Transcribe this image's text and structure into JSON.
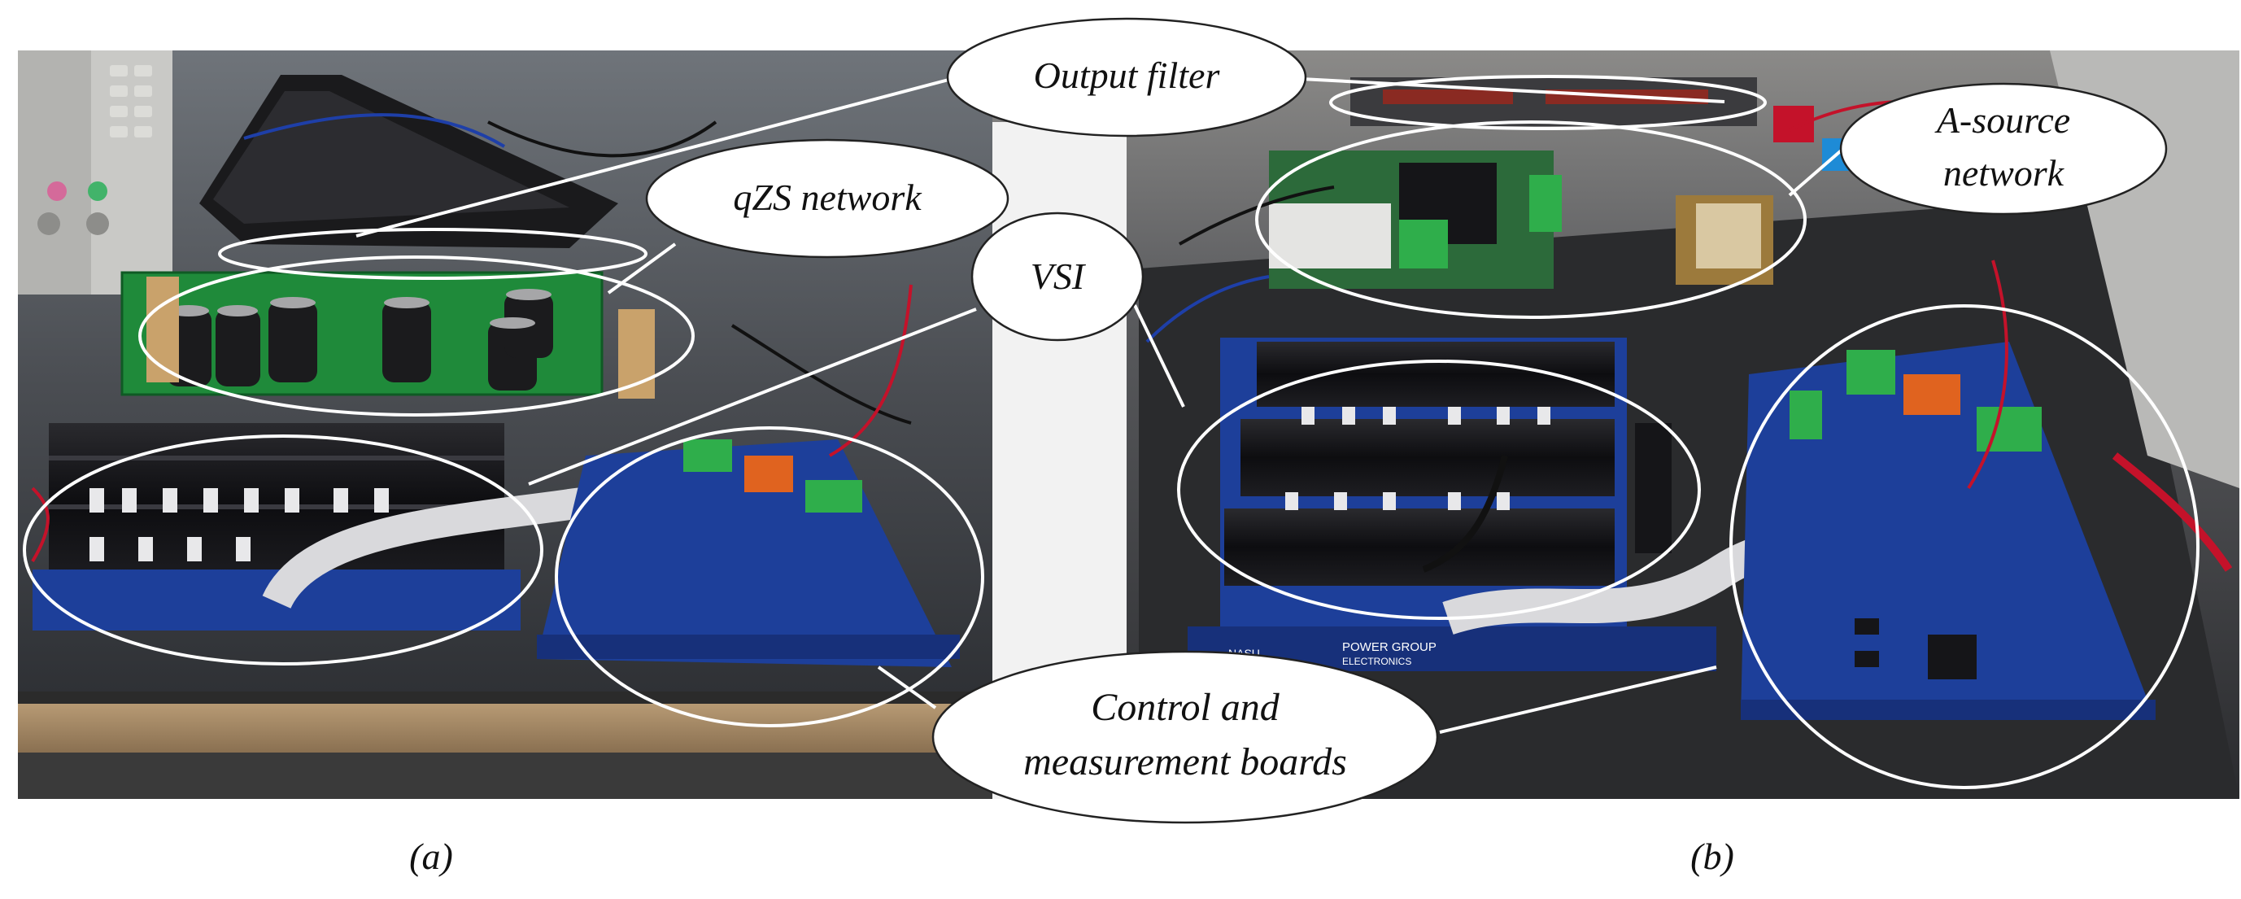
{
  "figure": {
    "callouts": {
      "output_filter": "Output filter",
      "qzs_network": "qZS network",
      "vsi": "VSI",
      "a_source_network_line1": "A-source",
      "a_source_network_line2": "network",
      "control_boards_line1": "Control and",
      "control_boards_line2": "measurement boards"
    },
    "captions": {
      "left": "(a)",
      "right": "(b)"
    },
    "board_prints": {
      "logo_line1": "POWER GROUP",
      "logo_line2": "ELECTRONICS",
      "lab_mark": "NASU"
    },
    "colors": {
      "pcb_green": "#1f8a3a",
      "pcb_blue": "#1d3f9a",
      "heatsink": "#151518",
      "ribbon_cable": "#d9d9dc",
      "terminal_green": "#2fae4b",
      "terminal_orange": "#e0631f",
      "wire_red": "#c4122a",
      "wire_blue": "#1e3fa8",
      "callout_stroke": "#ffffff",
      "callout_fill": "#ffffff"
    }
  }
}
